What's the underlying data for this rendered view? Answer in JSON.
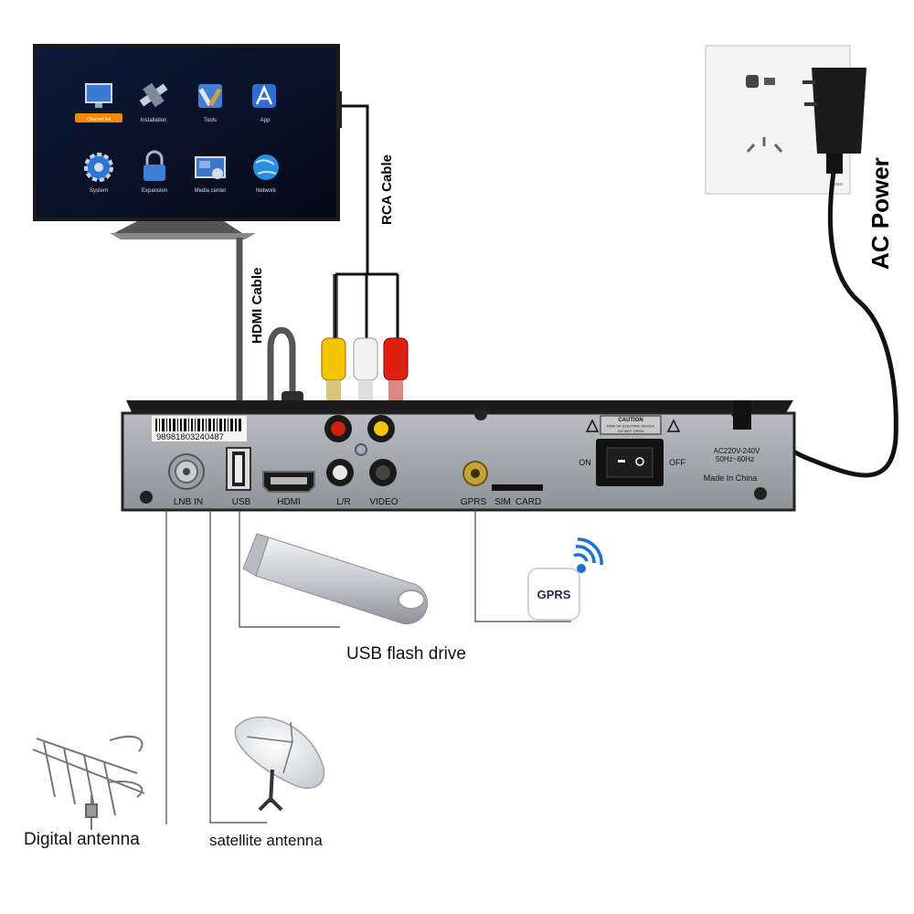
{
  "tv_menu": {
    "items": [
      {
        "label": "Channel list",
        "icon": "monitor-icon"
      },
      {
        "label": "Installation",
        "icon": "satellite-icon"
      },
      {
        "label": "Tools",
        "icon": "tools-icon"
      },
      {
        "label": "App",
        "icon": "app-icon"
      },
      {
        "label": "System",
        "icon": "gear-icon"
      },
      {
        "label": "Expansion",
        "icon": "lock-icon"
      },
      {
        "label": "Media center",
        "icon": "media-icon"
      },
      {
        "label": "Network",
        "icon": "globe-icon"
      }
    ],
    "selected_index": 0
  },
  "cables": {
    "hdmi": "HDMI Cable",
    "rca": "RCA Cable",
    "ac_power": "AC Power"
  },
  "receiver": {
    "barcode_number": "98981803240487",
    "ports": {
      "lnb": "LNB IN",
      "usb": "USB",
      "hdmi": "HDMI",
      "lr": "L/R",
      "video": "VIDEO",
      "gprs": "GPRS",
      "sim": "SIM",
      "card": "CARD"
    },
    "caution_title": "CAUTION",
    "caution_line1": "RISK OF ELECTRIC SHOCK",
    "caution_line2": "DO NOT OPEN",
    "switch_on": "ON",
    "switch_off": "OFF",
    "voltage": "AC220V-240V",
    "frequency": "50Hz~60Hz",
    "made_in": "Made In China"
  },
  "devices": {
    "gprs_badge": "GPRS",
    "usb_drive": "USB flash drive",
    "digital_antenna": "Digital antenna",
    "satellite_antenna": "satellite antenna"
  },
  "colors": {
    "rca_yellow": "#f4c400",
    "rca_white": "#f2f2f2",
    "rca_red": "#e02010",
    "gprs_blue": "#1e6fd0"
  }
}
